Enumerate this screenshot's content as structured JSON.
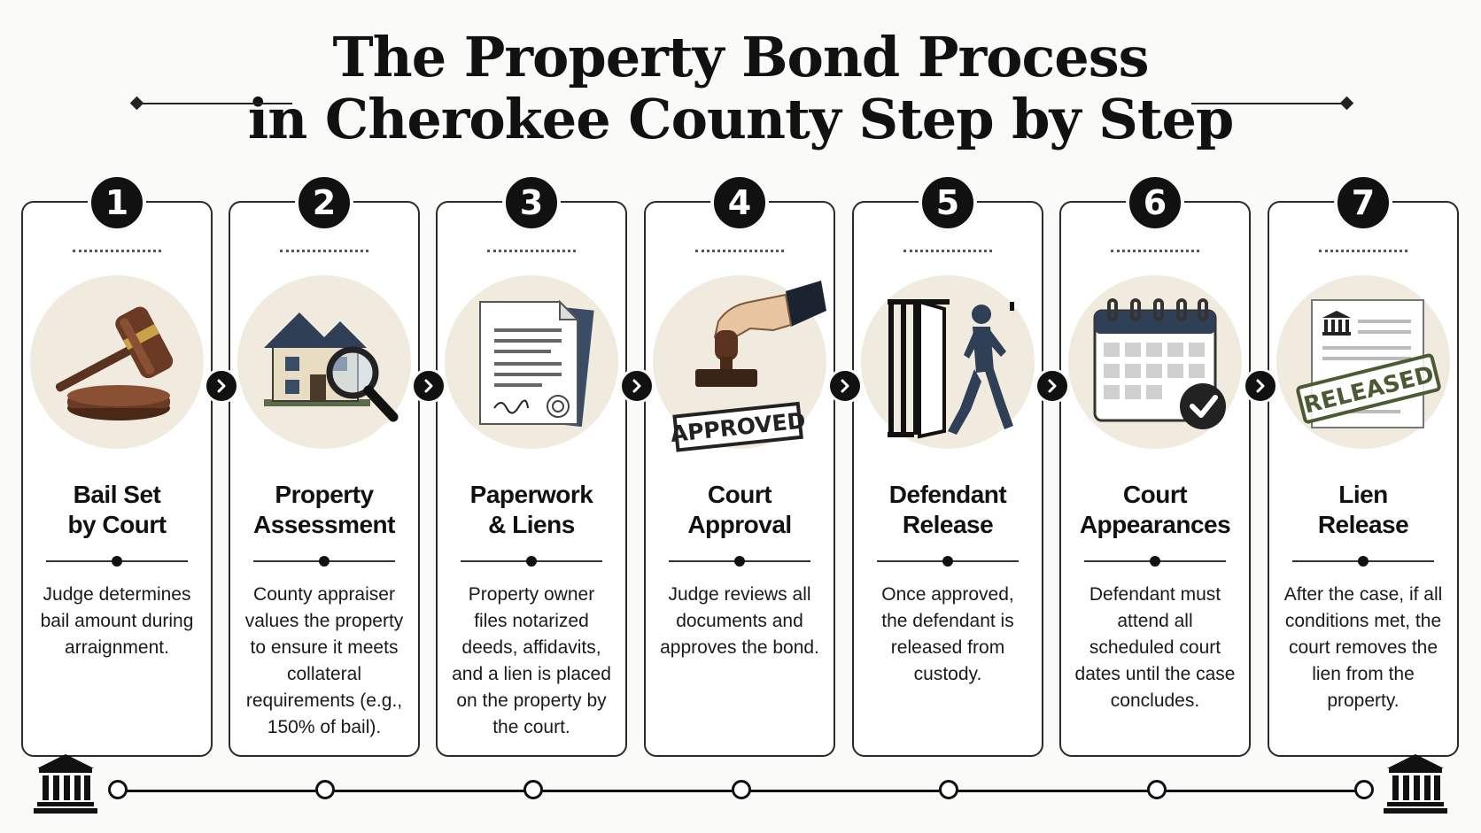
{
  "title": {
    "line1": "The Property Bond Process",
    "line2": "in Cherokee County Step by Step"
  },
  "steps": [
    {
      "number": "1",
      "title_line1": "Bail Set",
      "title_line2": "by Court",
      "icon": "gavel-icon",
      "description": "Judge determines bail amount during arraignment."
    },
    {
      "number": "2",
      "title_line1": "Property",
      "title_line2": "Assessment",
      "icon": "house-magnifier-icon",
      "description": "County appraiser values the property to ensure it meets collateral requirements (e.g., 150% of bail)."
    },
    {
      "number": "3",
      "title_line1": "Paperwork",
      "title_line2": "& Liens",
      "icon": "documents-icon",
      "description": "Property owner files notarized deeds, affidavits, and a lien is placed on the property by the court."
    },
    {
      "number": "4",
      "title_line1": "Court",
      "title_line2": "Approval",
      "icon": "approval-stamp-icon",
      "description": "Judge reviews all documents and approves the bond.",
      "stamp_text": "APPROVED"
    },
    {
      "number": "5",
      "title_line1": "Defendant",
      "title_line2": "Release",
      "icon": "person-leaving-jail-icon",
      "description": "Once approved, the defendant is released from custody."
    },
    {
      "number": "6",
      "title_line1": "Court",
      "title_line2": "Appearances",
      "icon": "calendar-check-icon",
      "description": "Defendant must attend all scheduled court dates until the case concludes."
    },
    {
      "number": "7",
      "title_line1": "Lien",
      "title_line2": "Release",
      "icon": "released-document-icon",
      "description": "After the case, if all conditions met, the court removes the lien from the property.",
      "stamp_text": "RELEASED"
    }
  ],
  "colors": {
    "ink": "#111111",
    "icon_circle": "#f1ebdf",
    "gavel_brown": "#5a3220",
    "navy": "#2f3f55",
    "stamp_green": "#4a5a32"
  }
}
